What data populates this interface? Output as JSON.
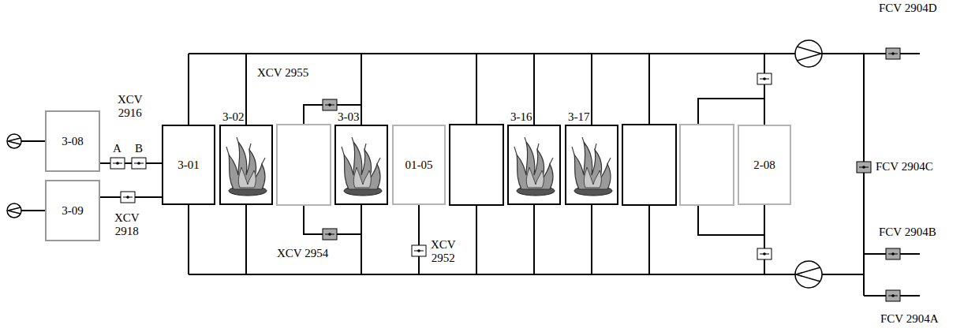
{
  "diagram": {
    "nodes": [
      {
        "text": [
          "3-08"
        ]
      },
      {
        "text": [
          "3-09"
        ]
      },
      {
        "text": [
          "3-01"
        ]
      },
      {
        "text": [
          "3-02"
        ]
      },
      {
        "text": [
          "3-03"
        ]
      },
      {
        "text": [
          "01-05"
        ]
      },
      {
        "text": [
          "3-16"
        ]
      },
      {
        "text": [
          "3-17"
        ]
      },
      {
        "text": [
          "2-08"
        ]
      }
    ],
    "edges": [
      {
        "from": 0,
        "to": 2,
        "arrow": "none"
      },
      {
        "from": 1,
        "to": 2,
        "arrow": "none"
      }
    ],
    "labels": [
      "XCV 2916",
      "A",
      "B",
      "XCV 2918",
      "XCV 2955",
      "XCV 2954",
      "XCV 2952",
      "FCV 2904D",
      "FCV 2904C",
      "FCV 2904B",
      "FCV 2904A"
    ]
  }
}
